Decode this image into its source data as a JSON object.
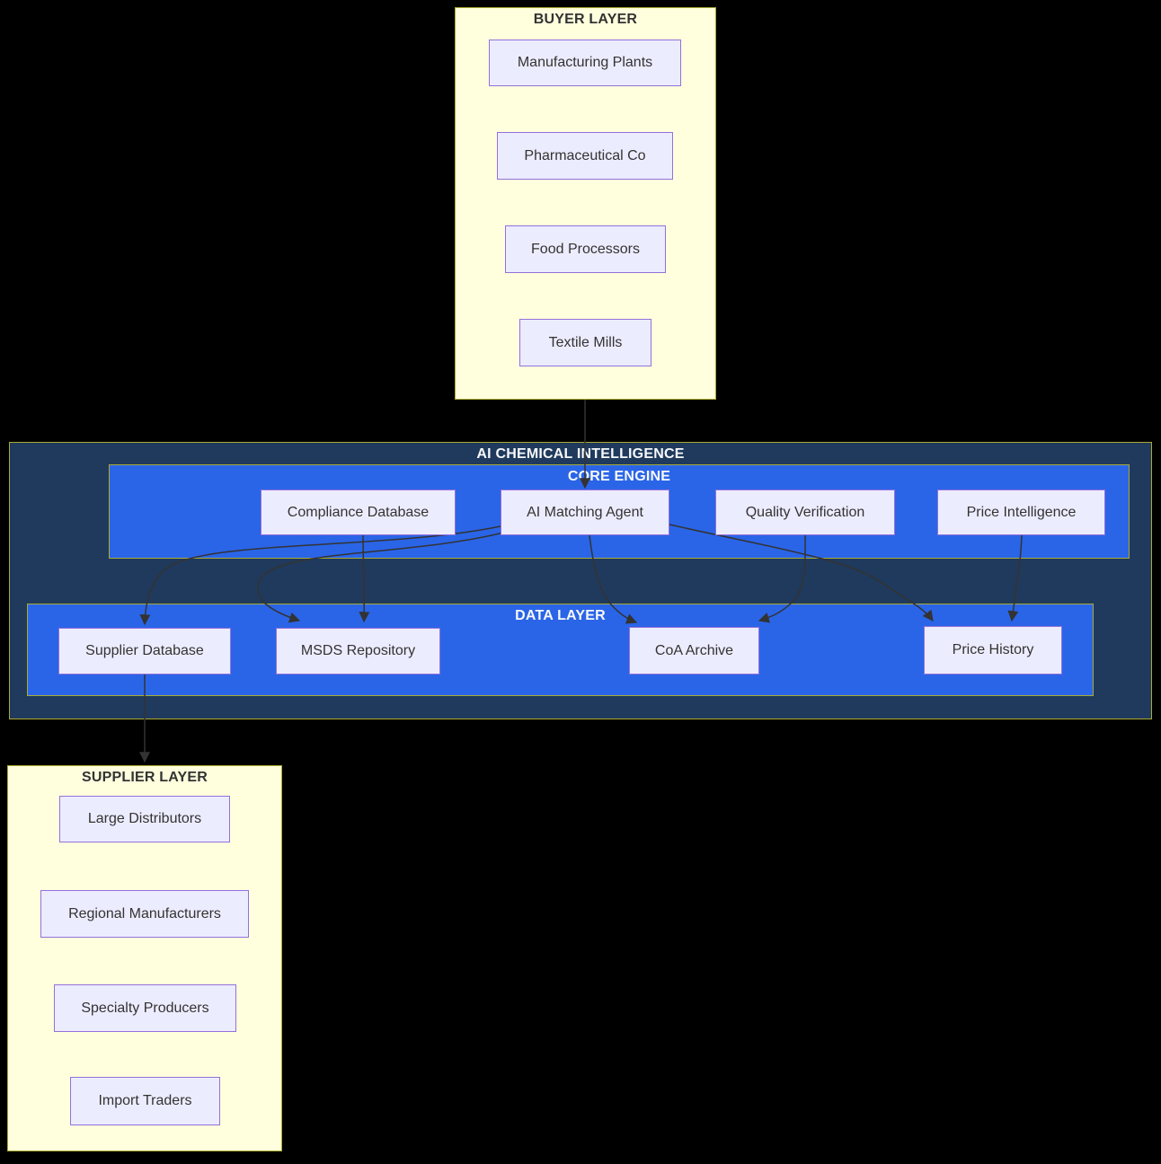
{
  "diagram": {
    "type": "flowchart",
    "clusters": {
      "buyer": {
        "title": "BUYER LAYER",
        "nodes": [
          "Manufacturing Plants",
          "Pharmaceutical Co",
          "Food Processors",
          "Textile Mills"
        ]
      },
      "ai_intelligence": {
        "title": "AI CHEMICAL INTELLIGENCE"
      },
      "core_engine": {
        "title": "CORE ENGINE",
        "nodes": [
          "Compliance Database",
          "AI Matching Agent",
          "Quality Verification",
          "Price Intelligence"
        ]
      },
      "data_layer": {
        "title": "DATA LAYER",
        "nodes": [
          "Supplier Database",
          "MSDS Repository",
          "CoA Archive",
          "Price History"
        ]
      },
      "supplier": {
        "title": "SUPPLIER LAYER",
        "nodes": [
          "Large Distributors",
          "Regional Manufacturers",
          "Specialty Producers",
          "Import Traders"
        ]
      }
    },
    "edges": [
      {
        "from": "BUYER LAYER",
        "to": "AI Matching Agent"
      },
      {
        "from": "Compliance Database",
        "to": "MSDS Repository"
      },
      {
        "from": "AI Matching Agent",
        "to": "Supplier Database"
      },
      {
        "from": "AI Matching Agent",
        "to": "MSDS Repository"
      },
      {
        "from": "AI Matching Agent",
        "to": "CoA Archive"
      },
      {
        "from": "AI Matching Agent",
        "to": "Price History"
      },
      {
        "from": "Quality Verification",
        "to": "CoA Archive"
      },
      {
        "from": "Price Intelligence",
        "to": "Price History"
      },
      {
        "from": "Supplier Database",
        "to": "SUPPLIER LAYER"
      }
    ],
    "colors": {
      "background": "#000000",
      "cluster_yellow_fill": "#ffffde",
      "cluster_border": "#aaaa33",
      "cluster_navy_fill": "#1f3a5c",
      "cluster_blue_fill": "#2a65e8",
      "node_fill": "#ECECFF",
      "node_border": "#9370DB",
      "node_text": "#333333",
      "title_light_text": "#f7f8fa",
      "edge_stroke": "#333333"
    }
  }
}
